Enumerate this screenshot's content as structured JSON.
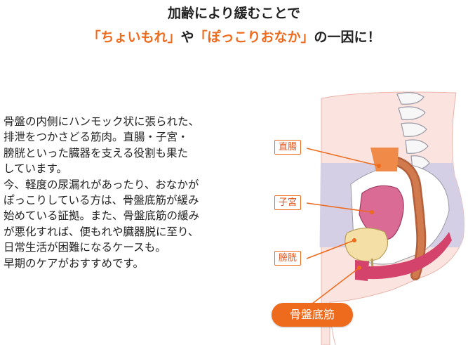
{
  "heading": {
    "line1": "加齢により緩むことで",
    "line2_prefix": "「ちょいもれ」",
    "line2_mid": "や",
    "line2_accent2": "「ぽっこりおなか」",
    "line2_suffix": "の一因に！"
  },
  "body_lines": [
    "骨盤の内側にハンモック状に張られた、",
    "排泄をつかさどる筋肉。直腸・子宮・",
    "膀胱といった臓器を支える役割も果た",
    "しています。",
    "今、軽度の尿漏れがあったり、おなかが",
    "ぽっこりしている方は、骨盤底筋が緩み",
    "始めている証拠。また、骨盤底筋の緩み",
    "が悪化すれば、便もれや臓器脱に至り、",
    "日常生活が困難になるケースも。",
    "早期のケアがおすすめです。"
  ],
  "labels": {
    "rectum": "直腸",
    "uterus": "子宮",
    "bladder": "膀胱",
    "pelvic_floor": "骨盤底筋"
  },
  "colors": {
    "accent": "#ee6a1c",
    "body_skin": "#fbe3df",
    "pelvis_band": "#d5cfe6",
    "pelvic_floor_muscle": "#d4436c"
  },
  "icons": [
    "anatomy-illustration"
  ]
}
